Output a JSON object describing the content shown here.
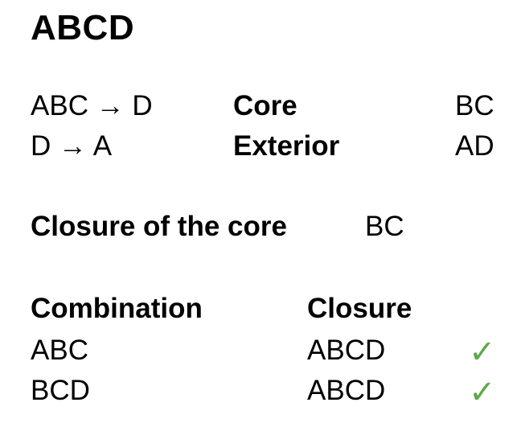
{
  "slide": {
    "title": "ABCD",
    "background_color": "#ffffff",
    "text_color": "#000000",
    "check_color": "#5ea84e"
  },
  "dependencies": {
    "rows": [
      {
        "fd": "ABC → D",
        "label": "Core",
        "attributes": "BC"
      },
      {
        "fd": "D → A",
        "label": "Exterior",
        "attributes": "AD"
      }
    ]
  },
  "closure_of_core": {
    "label": "Closure of the core",
    "value": "BC"
  },
  "combination_table": {
    "headers": {
      "combination": "Combination",
      "closure": "Closure",
      "status": ""
    },
    "rows": [
      {
        "combination": "ABC",
        "closure": "ABCD",
        "status": "✓"
      },
      {
        "combination": "BCD",
        "closure": "ABCD",
        "status": "✓"
      }
    ]
  }
}
